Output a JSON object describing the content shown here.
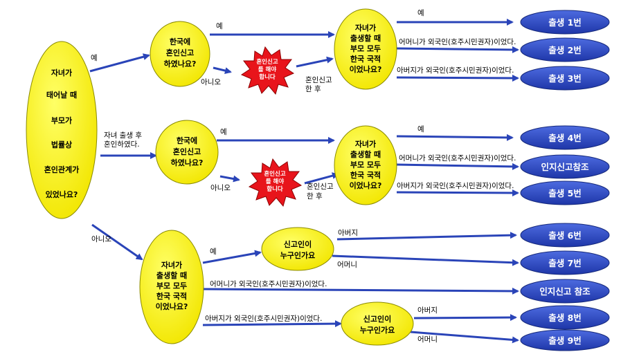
{
  "colors": {
    "question": "#FFF200",
    "outcome": "#2E4BC4",
    "warning": "#E8141B",
    "arrow": "#2A44B8"
  },
  "root": {
    "lines": [
      "자녀가",
      "태어날 때",
      "부모가",
      "법률상",
      "혼인관계가",
      "있었나요?"
    ]
  },
  "branch_labels": {
    "yes": "예",
    "married_after": "자녀 출생 후 혼인하였다.",
    "no": "아니오"
  },
  "q_registered_1": {
    "lines": [
      "한국에",
      "혼인신고",
      "하였나요?"
    ]
  },
  "q_registered_2": {
    "lines": [
      "한국에",
      "혼인신고",
      "하였나요?"
    ]
  },
  "q_korean_1": {
    "lines": [
      "자녀가",
      "출생할 때",
      "부모 모두",
      "한국 국적",
      "이었나요?"
    ]
  },
  "q_korean_2": {
    "lines": [
      "자녀가",
      "출생할 때",
      "부모 모두",
      "한국 국적",
      "이었나요?"
    ]
  },
  "q_korean_3": {
    "lines": [
      "자녀가",
      "출생할 때",
      "부모 모두",
      "한국 국적",
      "이었나요?"
    ]
  },
  "q_reporter_1": {
    "lines": [
      "신고인이",
      "누구인가요"
    ]
  },
  "q_reporter_2": {
    "lines": [
      "신고인이",
      "누구인가요"
    ]
  },
  "warn_1": {
    "lines": [
      "혼인신고",
      "를 해야",
      "합니다"
    ]
  },
  "warn_2": {
    "lines": [
      "혼인신고",
      "를 해야",
      "합니다"
    ]
  },
  "edge_labels": {
    "yes": "예",
    "no": "아니오",
    "after_reg_1": "혼인신고",
    "after_reg_2": "한 후",
    "mother_foreign": "어머니가 외국인(호주시민권자)이었다.",
    "father_foreign": "아버지가 외국인(호주시민권자)이었다.",
    "father": "아버지",
    "mother": "어머니"
  },
  "outcomes": [
    "출생 1번",
    "출생 2번",
    "출생 3번",
    "출생 4번",
    "인지신고참조",
    "출생 5번",
    "출생 6번",
    "출생 7번",
    "인지신고 참조",
    "출생 8번",
    "출생 9번"
  ]
}
